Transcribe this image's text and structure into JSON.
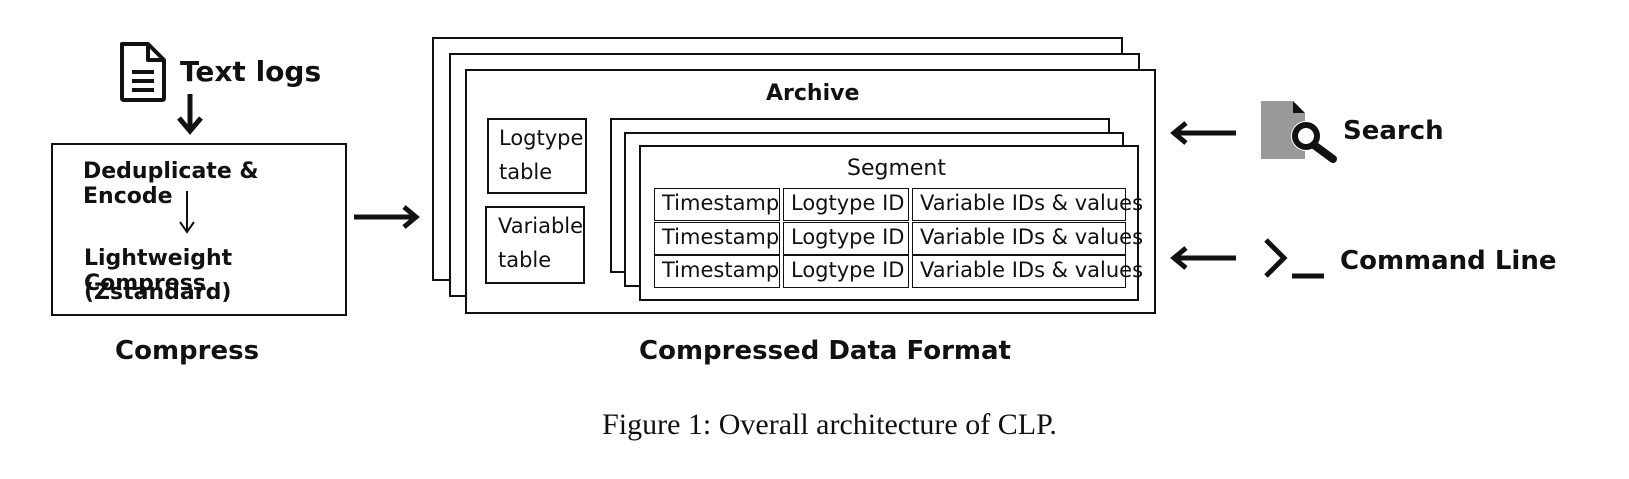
{
  "input": {
    "label": "Text logs",
    "icon": "document-icon"
  },
  "compress_box": {
    "step1": "Deduplicate & Encode",
    "step2_line1": "Lightweight Compress",
    "step2_line2": "(Zstandard)"
  },
  "compress_caption": "Compress",
  "archive": {
    "title": "Archive",
    "logtype_table_line1": "Logtype",
    "logtype_table_line2": "table",
    "variable_table_line1": "Variable",
    "variable_table_line2": "table"
  },
  "segment": {
    "title": "Segment",
    "rows": [
      {
        "timestamp": "Timestamp",
        "logtype_id": "Logtype ID",
        "variables": "Variable IDs & values"
      },
      {
        "timestamp": "Timestamp",
        "logtype_id": "Logtype ID",
        "variables": "Variable IDs & values"
      },
      {
        "timestamp": "Timestamp",
        "logtype_id": "Logtype ID",
        "variables": "Variable IDs & values"
      }
    ]
  },
  "format_caption": "Compressed Data Format",
  "search": {
    "label": "Search",
    "icon": "search-file-icon",
    "icon_color": "#999999"
  },
  "command_line": {
    "label": "Command Line",
    "icon": "terminal-prompt-icon"
  },
  "figure_caption": "Figure 1: Overall architecture of CLP."
}
